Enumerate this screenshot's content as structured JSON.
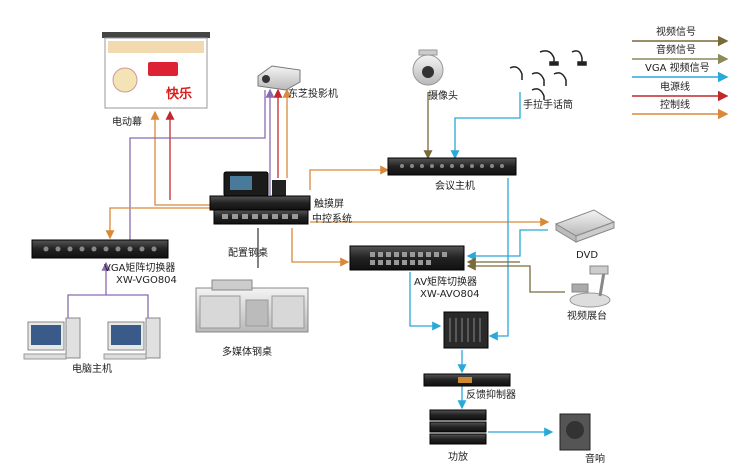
{
  "legend": {
    "items": [
      {
        "label": "视频信号",
        "color": "#7a6a3a"
      },
      {
        "label": "音频信号",
        "color": "#8a8a5a"
      },
      {
        "label": "VGA 视频信号",
        "color": "#2aa8d8"
      },
      {
        "label": "电源线",
        "color": "#c0282c"
      },
      {
        "label": "控制线",
        "color": "#d88a3a"
      }
    ]
  },
  "devices": {
    "screen": "电动幕",
    "screen_text": "快乐",
    "projector": "东芝投影机",
    "camera": "摄像头",
    "mics": "手拉手话筒",
    "conference_host": "会议主机",
    "touch_panel": "触摸屏",
    "central_control": "中控系统",
    "console_desk": "配置钢桌",
    "multimedia_desk": "多媒体钢桌",
    "vga_matrix_name": "VGA矩阵切换器",
    "vga_matrix_model": "XW-VGO804",
    "computers": "电脑主机",
    "av_matrix_name": "AV矩阵切换器",
    "av_matrix_model": "XW-AVO804",
    "dvd": "DVD",
    "visualizer": "视频展台",
    "feedback": "反馈抑制器",
    "amplifier": "功放",
    "speaker": "音响"
  },
  "colors": {
    "video": "#7a6a3a",
    "audio": "#8a8a5a",
    "vga": "#2aa8d8",
    "power": "#c0282c",
    "control": "#d88a3a",
    "vga_purple": "#8a6ab0"
  }
}
